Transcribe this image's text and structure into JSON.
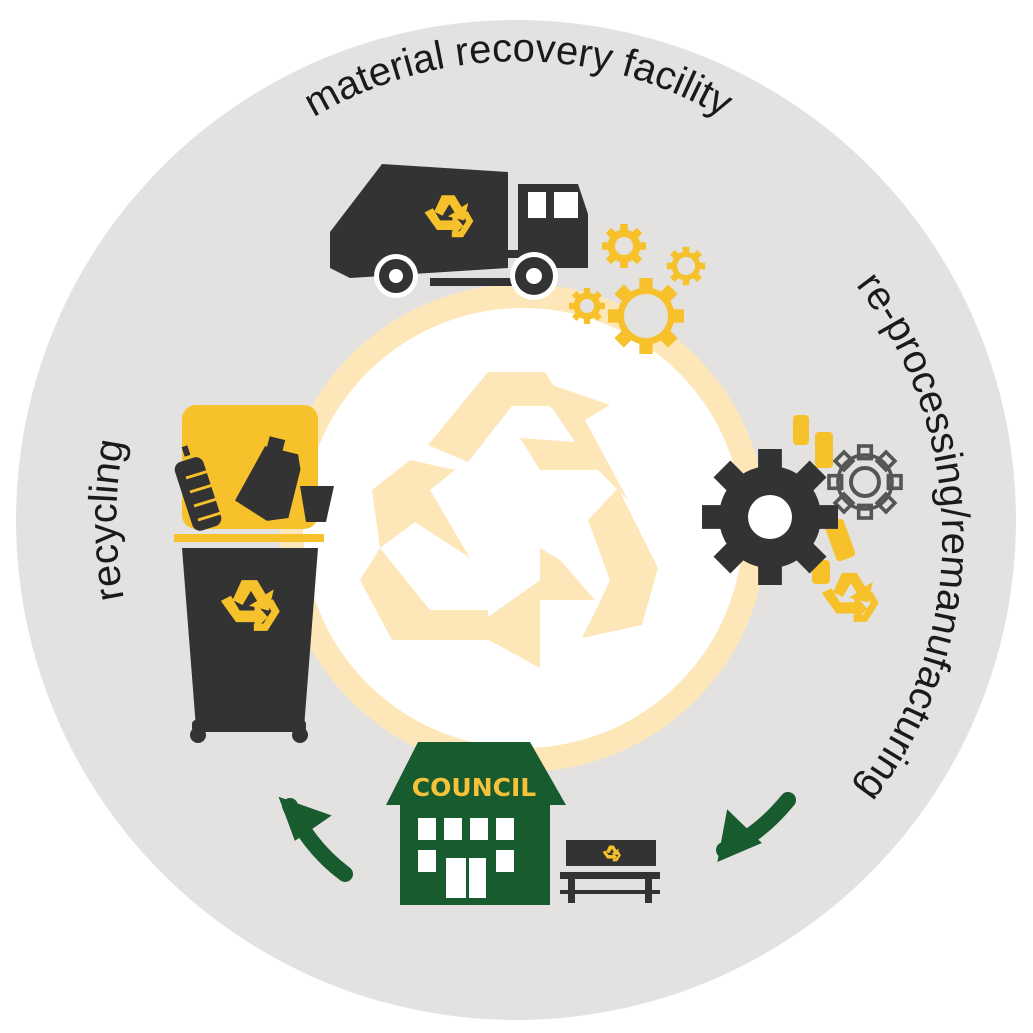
{
  "labels": {
    "top": "material recovery facility",
    "right": "re-processing/remanufacturing",
    "left": "recycling",
    "council": "COUNCIL"
  },
  "icons": {
    "center": "recycle-symbol-icon",
    "truck": "garbage-truck-icon",
    "factory": "gear-machinery-icon",
    "bin": "recycling-bin-icon",
    "building": "council-building-icon",
    "bench": "park-bench-icon",
    "arrows": "curved-arrow-icon"
  },
  "colors": {
    "outer_circle": "#e3e2e1",
    "inner_ring": "#fde7b8",
    "center_fill": "#ffffff",
    "recycle_symbol": "#fde7b8",
    "dark": "#333333",
    "yellow": "#f6c12a",
    "green": "#185b2e",
    "text": "#1a1a1a"
  }
}
